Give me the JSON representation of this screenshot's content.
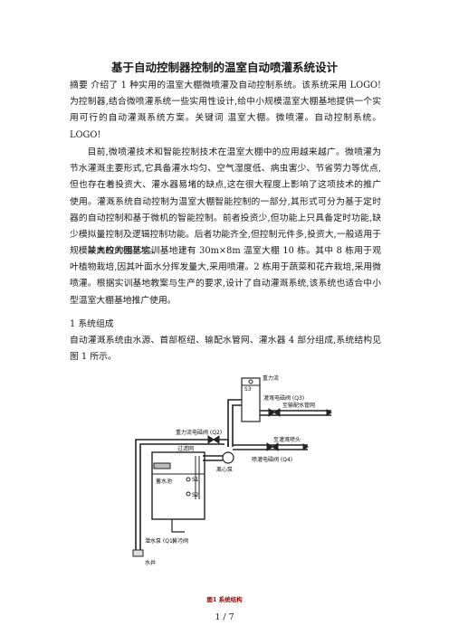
{
  "document": {
    "title": "基于自动控制器控制的温室自动喷灌系统设计",
    "abstract": "摘要 介绍了 1 种实用的温室大棚微喷灌及自动控制系统。该系统采用 LOGO!为控制器,结合微喷灌系统一些实用性设计,给中小规模温室大棚基地提供一个实用可行的自动灌溉系统方案。关键词 温室大棚。微喷灌。自动控制系统。LOGO!",
    "paragraphs": [
      "目前,微喷灌技术和智能控制技术在温室大棚中的应用越来越广。微喷灌为节水灌溉主要形式,它具备灌水均匀、空气湿度低、病虫害少、节省劳力等优点,但也存在着投资大、灌水器易堵的缺点,这在很大程度上影响了这项技术的推广使用。灌溉系统自动控制为温室大棚智能控制的一部分,其形式可分为基于定时器的自动控制和基于微机的智能控制。前者投资少,但功能上只具备定时功能,缺少模拟量控制及逻辑控制功能。后者功能齐全,但控制元件多,投资大,一般适用于规模较大的大棚基地。",
      "某高校的园艺实训基地建有 30m×8m 温室大棚 10 栋。其中 8 栋用于观叶植物栽培,因其叶面水分挥发量大,采用喷灌。2 栋用于蔬菜和花卉栽培,采用微喷灌。根据实训基地教案与生产的要求,设计了自动灌溉系统,该系统也适合中小型温室大棚基地推广使用。"
    ],
    "section_heading": "1 系统组成",
    "section_text": "自动灌溉系统由水源、首部枢纽、输配水管网、灌水器 4 部分组成,系统结构见图 1 所示。",
    "figure": {
      "labels": {
        "gravity_pipe": "重力流",
        "s3": "S3",
        "main_valve": "灌溉电磁阀 (Q3)",
        "main_pipe": "至输配水管网",
        "gravity_valve": "重力流电磁阀 (Q2)",
        "filter": "过滤网",
        "spray_pipe": "至灌溉喷头",
        "pump": "离心泵",
        "spray_valve": "喷灌电磁阀 (Q4)",
        "tank": "蓄水池",
        "s1": "S1",
        "s2": "S2",
        "submersible_pump": "潜水泵 (Q1)",
        "drain_valve": "排污阀",
        "well": "水井"
      },
      "caption": "图1 系统结构"
    },
    "page_number": "1 / 7"
  }
}
